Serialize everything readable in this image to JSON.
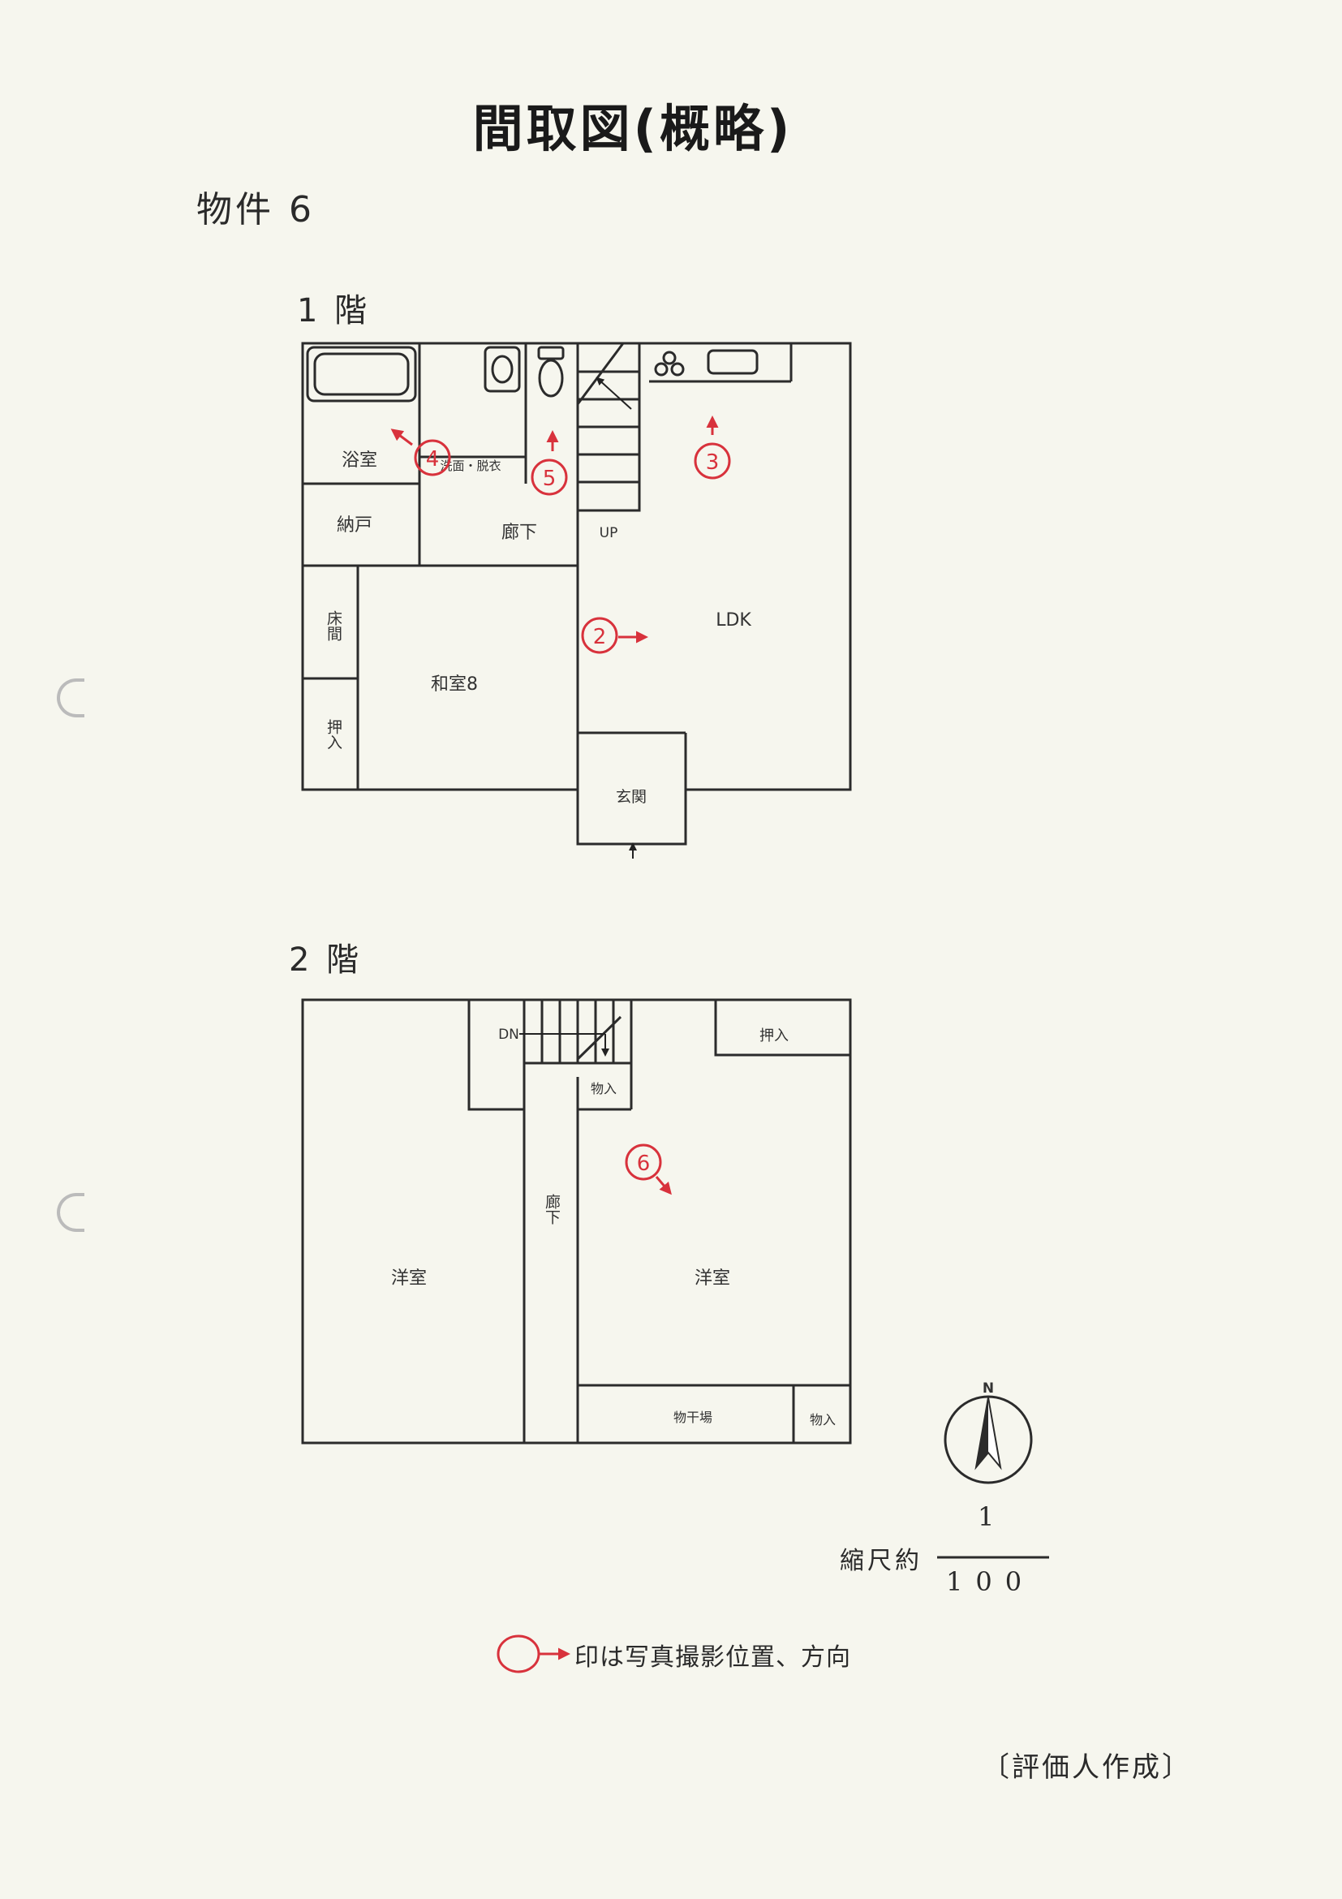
{
  "title": "間取図(概略)",
  "property": "物件 6",
  "floor1": {
    "label": "1 階",
    "rooms": {
      "bath": "浴室",
      "washroom": "洗面・脱衣",
      "storage": "納戸",
      "hallway": "廊下",
      "up": "UP",
      "ldk": "LDK",
      "tokonoma": "床間",
      "oshiire": "押入",
      "washitsu": "和室8",
      "genkan": "玄関"
    }
  },
  "floor2": {
    "label": "2 階",
    "rooms": {
      "dn": "DN",
      "oshiire": "押入",
      "closet_stair": "物入",
      "hallway": "廊下",
      "western_left": "洋室",
      "western_right": "洋室",
      "drying": "物干場",
      "closet_small": "物入"
    }
  },
  "photo_markers": [
    "2",
    "3",
    "4",
    "5",
    "6"
  ],
  "compass": "N",
  "scale": {
    "label": "縮尺約",
    "numerator": "1",
    "denominator": "100"
  },
  "legend": "印は写真撮影位置、方向",
  "author": "〔評価人作成〕",
  "colors": {
    "marker": "#d8323c",
    "wall": "#2b2b2b"
  }
}
